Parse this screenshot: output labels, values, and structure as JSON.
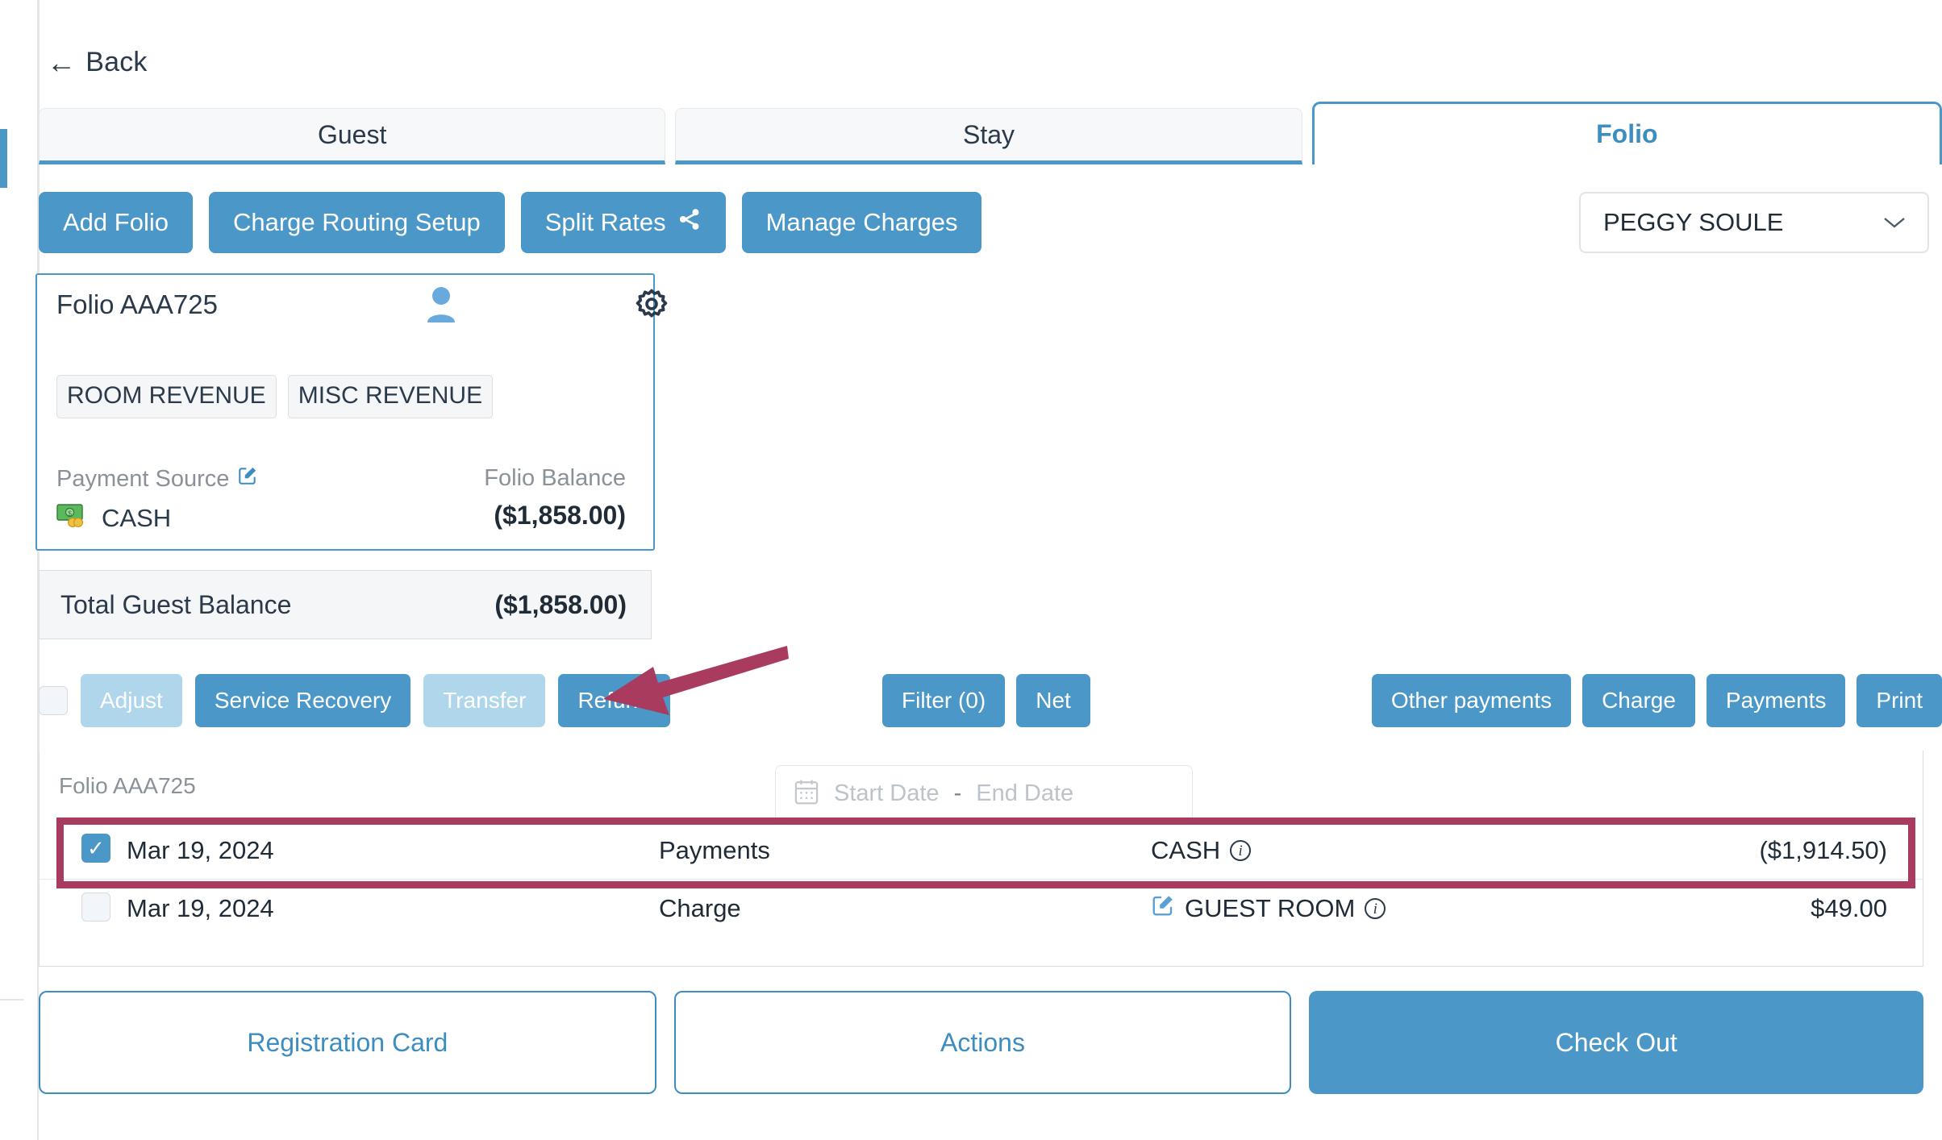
{
  "nav": {
    "back_label": "Back",
    "back_icon": "arrow-left-icon"
  },
  "tabs": [
    {
      "label": "Guest",
      "active": false
    },
    {
      "label": "Stay",
      "active": false
    },
    {
      "label": "Folio",
      "active": true
    }
  ],
  "top_actions": [
    {
      "label": "Add Folio"
    },
    {
      "label": "Charge Routing Setup"
    },
    {
      "label": "Split Rates",
      "icon": "share-icon"
    },
    {
      "label": "Manage Charges"
    }
  ],
  "guest_select": {
    "value": "PEGGY SOULE",
    "icon": "chevron-down-icon"
  },
  "folio_card": {
    "title": "Folio AAA725",
    "person_icon": "person-icon",
    "gear_icon": "gear-icon",
    "revenue_tags": [
      "ROOM REVENUE",
      "MISC REVENUE"
    ],
    "payment_source_label": "Payment Source",
    "payment_source_edit_icon": "edit-pencil-icon",
    "payment_source_icon": "cash-money-icon",
    "payment_source_value": "CASH",
    "folio_balance_label": "Folio Balance",
    "folio_balance_value": "($1,858.00)"
  },
  "total_balance": {
    "label": "Total Guest Balance",
    "value": "($1,858.00)"
  },
  "toolbar": {
    "select_all_checked": false,
    "left_buttons": [
      {
        "label": "Adjust",
        "disabled": true
      },
      {
        "label": "Service Recovery",
        "disabled": false
      },
      {
        "label": "Transfer",
        "disabled": true
      },
      {
        "label": "Refund",
        "disabled": false
      }
    ],
    "center_buttons": [
      {
        "label": "Filter (0)"
      },
      {
        "label": "Net"
      }
    ],
    "right_buttons": [
      {
        "label": "Other payments"
      },
      {
        "label": "Charge"
      },
      {
        "label": "Payments"
      },
      {
        "label": "Print"
      }
    ]
  },
  "transactions": {
    "panel_title": "Folio AAA725",
    "date_filter": {
      "calendar_icon": "calendar-icon",
      "start_placeholder": "Start Date",
      "separator": "-",
      "end_placeholder": "End Date"
    },
    "rows": [
      {
        "checked": true,
        "date": "Mar 19, 2024",
        "type": "Payments",
        "description": "CASH",
        "has_edit_icon": false,
        "info_icon": "info-icon",
        "amount": "($1,914.50)"
      },
      {
        "checked": false,
        "date": "Mar 19, 2024",
        "type": "Charge",
        "description": "GUEST ROOM",
        "has_edit_icon": true,
        "edit_icon": "edit-pencil-icon",
        "info_icon": "info-icon",
        "amount": "$49.00"
      }
    ]
  },
  "bottom_actions": [
    {
      "label": "Registration Card",
      "filled": false
    },
    {
      "label": "Actions",
      "filled": false
    },
    {
      "label": "Check Out",
      "filled": true
    }
  ],
  "annotations": {
    "arrow_color": "#a93b5f",
    "highlight_color": "#a93b5f",
    "arrow_points_to": "Refund",
    "highlight_targets": "first transaction row"
  },
  "colors": {
    "primary_blue": "#4a97c8",
    "disabled_blue": "#afd6ea",
    "link_blue": "#3e8dc0",
    "text_dark": "#1f2b36",
    "text_muted": "#8b9199",
    "panel_gray": "#f5f6f7",
    "annotation": "#a93b5f"
  }
}
